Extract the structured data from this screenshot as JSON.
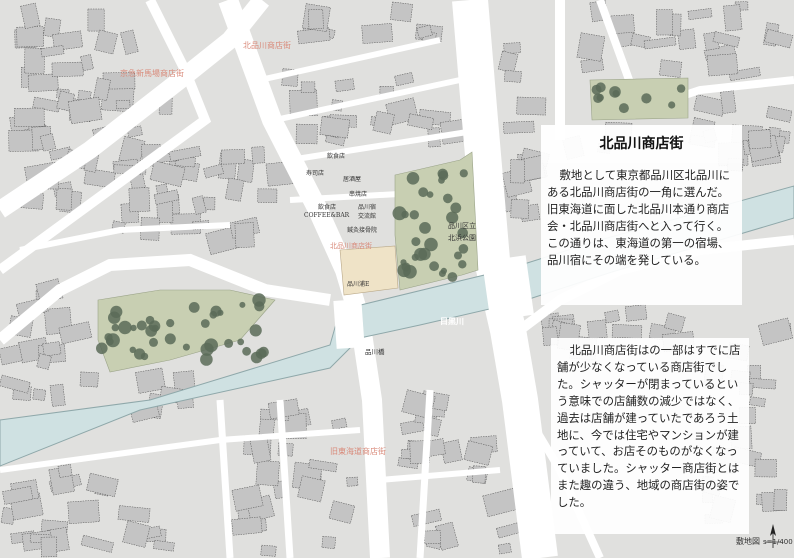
{
  "map": {
    "colors": {
      "background": "#f3f3f1",
      "road": "#ffffff",
      "block": "#dedede",
      "building": "#c4c4c4",
      "building_outline": "#555555",
      "river": "#cfe1e2",
      "river_edge": "#8fa8aa",
      "park": "#c8cfb2",
      "tree": "#5a6b58",
      "plaza": "#efe3c7",
      "street_label": "#d98a7a",
      "facility_label": "#333333"
    },
    "street_labels": [
      "北品川商店街",
      "京急新馬場商店街",
      "北品川商店街",
      "旧東海道商店街"
    ],
    "river_label": "目黒川",
    "park_label": "品川区立\n北浜公園",
    "facility_labels": [
      "飲食店",
      "寿司店",
      "居酒屋",
      "串焼店",
      "飲食店",
      "COFFEE&BAR",
      "鍼灸接骨院",
      "品川宿\n交流館",
      "品川浦E"
    ],
    "bridge_label": "品川橋"
  },
  "panel": {
    "title": "北品川商店街",
    "paragraph1": "敷地として東京都品川区北品川にある北品川商店街の一角に選んだ。旧東海道に面した北品川本通り商店会・北品川商店街へと入って行く。この通りは、東海道の第一の宿場、品川宿にその端を発している。",
    "paragraph2": "北品川商店街はの一部はすでに店舗が少なくなっている商店街でした。シャッターが閉まっているという意味での店舗数の減少ではなく、過去は店舗が建っていたであろう土地に、今では住宅やマンションが建っていて、お店そのものがなくなっていました。シャッター商店街とはまた趣の違う、地域の商店街の姿でした。"
  },
  "legend": {
    "title": "敷地図",
    "scale": "s=1/400",
    "north_icon": "north-arrow-icon"
  }
}
